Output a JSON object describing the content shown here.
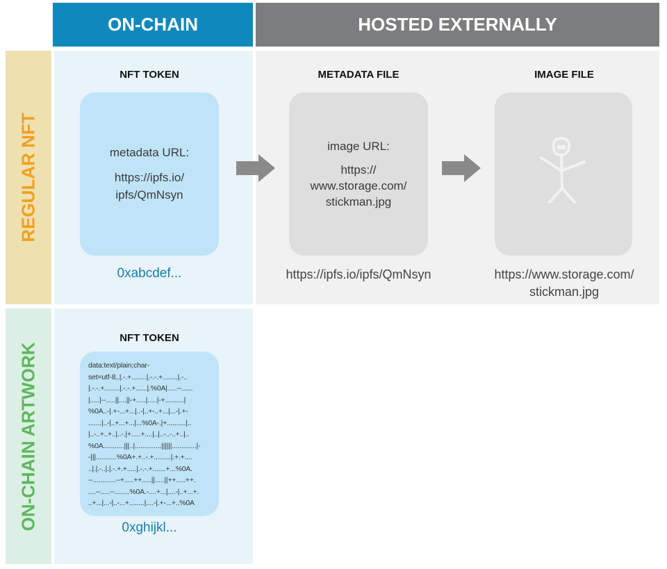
{
  "columns": {
    "on_chain": "ON-CHAIN",
    "hosted": "HOSTED EXTERNALLY"
  },
  "rows": {
    "regular": "REGULAR NFT",
    "artwork": "ON-CHAIN ARTWORK"
  },
  "regular": {
    "token": {
      "title": "NFT TOKEN",
      "label": "metadata URL:",
      "value": "https://ipfs.io/\nipfs/QmNsyn",
      "address": "0xabcdef..."
    },
    "metadata": {
      "title": "METADATA FILE",
      "label": "image URL:",
      "value": "https://\nwww.storage.com/\nstickman.jpg",
      "url": "https://ipfs.io/ipfs/QmNsyn"
    },
    "image": {
      "title": "IMAGE FILE",
      "icon": "stickman-icon",
      "url": "https://www.storage.com/\nstickman.jpg"
    }
  },
  "artwork": {
    "token": {
      "title": "NFT TOKEN",
      "data": "data:text/plain;char-\nset=utf-8,.|.-.+........|.-.-.+........|.-..\n|.-.-.+........|.-.-.+......|.%0A|.....--......\n|.....|--.....||....||-+.....|.....|-+..........|\n%0A..-|.+-...+...|..-|..+-..+...|...-|.+-\n.......|..-|..+...+...|...%0A-.|+..........|..\n|..-..+..+..|..-.|+.....+....|..|..-..-..+..|..\n%0A...........|||..|..............||||||.............|-\n-|||...........%0A+.+..-.+.........|.+.+....\n..|.|.-..|.|.-.+.+.....|.-.-.+.......+...%0A.\n--............--+.....++.....||.....||++.....++.\n....--.....--........%0A.-....+...|....-|..+...+.\n..+...|...-|..-...+........|....-|.+-...+..%0A",
      "address": "0xghijkl..."
    }
  },
  "colors": {
    "on_chain": "#0f88bc",
    "hosted": "#7c7d7f",
    "regular_label_bg": "#efe0b0",
    "regular_label_text": "#f0a020",
    "artwork_label_bg": "#dcefe4",
    "artwork_label_text": "#5cb85c",
    "token_card": "#bfe4f7",
    "file_card": "#dedede"
  }
}
